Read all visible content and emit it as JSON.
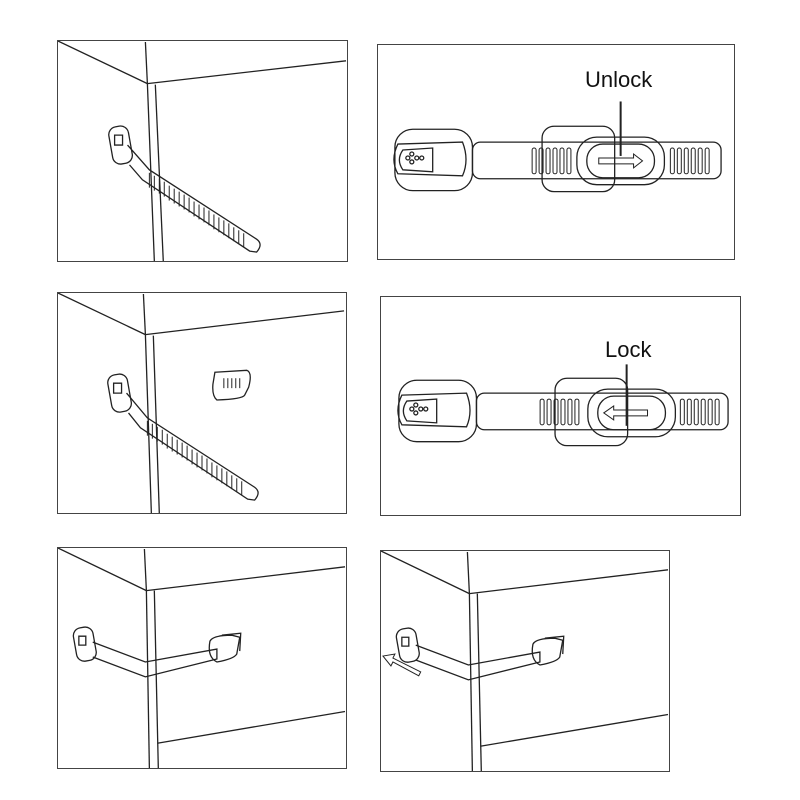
{
  "panels": [
    {
      "id": "step1",
      "description": "Strap lock adhered to cabinet side, strap hanging loose across corner"
    },
    {
      "id": "unlock-detail",
      "label": "Unlock",
      "arrow_direction": "right"
    },
    {
      "id": "step2",
      "description": "Strap lock on cabinet side with separate catch mounted on front face"
    },
    {
      "id": "lock-detail",
      "label": "Lock",
      "arrow_direction": "left"
    },
    {
      "id": "step3",
      "description": "Strap wrapped around cabinet corner and latched into catch"
    },
    {
      "id": "step4",
      "description": "Latched strap with arrow showing release direction"
    }
  ],
  "labels": {
    "unlock": "Unlock",
    "lock": "Lock"
  },
  "colors": {
    "line": "#222222",
    "frame": "#444444",
    "background": "#ffffff"
  }
}
